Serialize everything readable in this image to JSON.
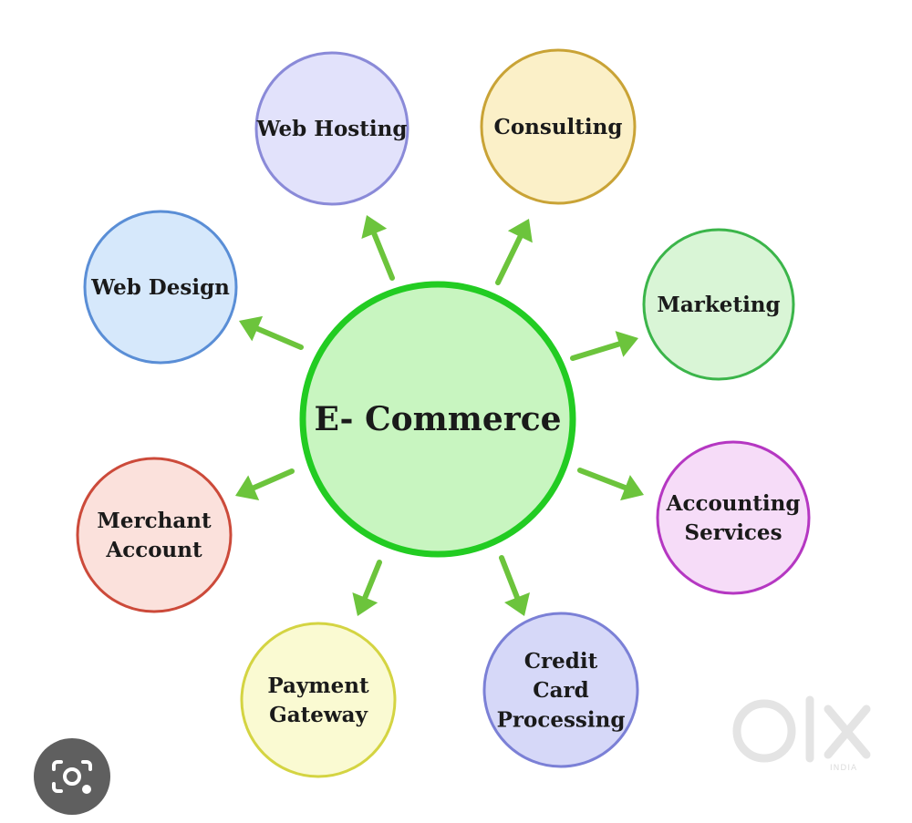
{
  "diagram": {
    "center": {
      "label": "E- Commerce",
      "color": "#22cc22",
      "fill": "#c8f5c0"
    },
    "nodes": [
      {
        "id": "web-hosting",
        "lines": [
          "Web Hosting"
        ],
        "stroke": "#8a8ad8",
        "fill": "#e2e2fb"
      },
      {
        "id": "consulting",
        "lines": [
          "Consulting"
        ],
        "stroke": "#c9a336",
        "fill": "#fbf0c8"
      },
      {
        "id": "marketing",
        "lines": [
          "Marketing"
        ],
        "stroke": "#3bb54a",
        "fill": "#d9f5d6"
      },
      {
        "id": "accounting-services",
        "lines": [
          "Accounting",
          "Services"
        ],
        "stroke": "#b537c2",
        "fill": "#f6dcf8"
      },
      {
        "id": "credit-card-processing",
        "lines": [
          "Credit",
          "Card",
          "Processing"
        ],
        "stroke": "#7b80d6",
        "fill": "#d6d8f8"
      },
      {
        "id": "payment-gateway",
        "lines": [
          "Payment",
          "Gateway"
        ],
        "stroke": "#d4d442",
        "fill": "#fafad2"
      },
      {
        "id": "merchant-account",
        "lines": [
          "Merchant",
          "Account"
        ],
        "stroke": "#cc4a3a",
        "fill": "#fbe1dc"
      },
      {
        "id": "web-design",
        "lines": [
          "Web Design"
        ],
        "stroke": "#5a8ed6",
        "fill": "#d6e8fb"
      }
    ],
    "arrow_color": "#6cc43c"
  },
  "watermark": {
    "logo": "olx-logo",
    "sub": "INDIA"
  },
  "lens_button": {
    "icon": "image-search-icon"
  }
}
